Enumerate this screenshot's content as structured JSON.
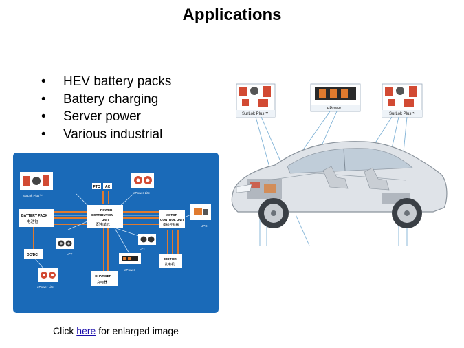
{
  "slide": {
    "title": "Applications",
    "bullets": [
      "HEV battery packs",
      "Battery charging",
      "Server power",
      "Various industrial"
    ],
    "bullet_glyph": "•",
    "caption": {
      "pre": "Click ",
      "link": "here",
      "post": " for enlarged image"
    }
  },
  "diagram": {
    "boxes": {
      "battery_line1": "BATTERY PACK",
      "battery_line2": "电池包",
      "pdu_line1": "POWER",
      "pdu_line2": "DISTRIBUTION",
      "pdu_line3": "UNIT",
      "pdu_line4": "配电单元",
      "mcu_line1": "MOTOR",
      "mcu_line2": "CONTROL UNIT",
      "mcu_line3": "电机控制器",
      "motor_line1": "MOTOR",
      "motor_line2": "发电机",
      "charger_line1": "CHARGER",
      "charger_line2": "充电器",
      "dcdc": "DC/DC",
      "ptc": "PTC",
      "ac": "AC"
    },
    "labels": {
      "surlok_plus": "SurLok Plus™",
      "epower_lite_top": "ePower-Lite",
      "lpt_left": "LPT",
      "lpt_mid": "LPT",
      "upc": "UPC",
      "epower": "ePower",
      "epower_lite_bottom": "ePower-Lite"
    }
  },
  "car": {
    "callouts": [
      "SurLok Plus™",
      "ePower",
      "SurLok Plus™"
    ]
  },
  "colors": {
    "diagram_bg": "#1a6ab8",
    "accent_orange": "#e07a2e",
    "link": "#1a0dab"
  }
}
